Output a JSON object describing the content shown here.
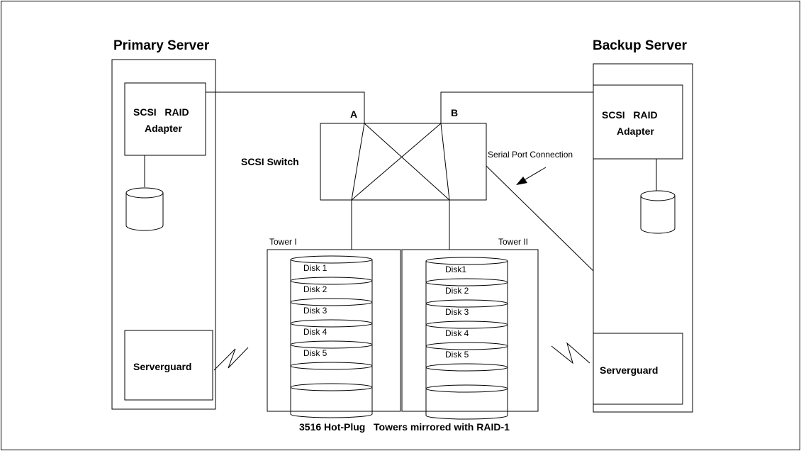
{
  "primary": {
    "title": "Primary Server",
    "adapter_line1": "SCSI   RAID",
    "adapter_line2": "Adapter",
    "serverguard": "Serverguard"
  },
  "backup": {
    "title": "Backup Server",
    "adapter_line1": "SCSI   RAID",
    "adapter_line2": "Adapter",
    "serverguard": "Serverguard"
  },
  "switch": {
    "label": "SCSI Switch",
    "port_a": "A",
    "port_b": "B"
  },
  "serial_label": "Serial Port Connection",
  "tower1": {
    "label": "Tower I",
    "disks": [
      "Disk 1",
      "Disk 2",
      "Disk 3",
      "Disk 4",
      "Disk 5",
      "",
      ""
    ]
  },
  "tower2": {
    "label": "Tower II",
    "disks": [
      "Disk1",
      "Disk 2",
      "Disk 3",
      "Disk 4",
      "Disk 5",
      "",
      ""
    ]
  },
  "caption": "3516 Hot-Plug   Towers mirrored with RAID-1"
}
